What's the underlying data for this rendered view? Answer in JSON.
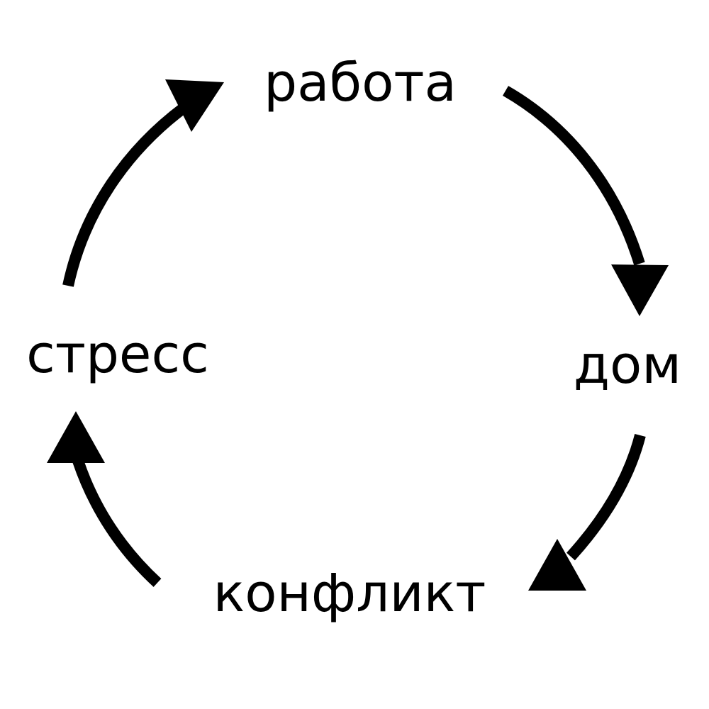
{
  "diagram": {
    "type": "cycle",
    "nodes": [
      {
        "id": "work",
        "label": "работа"
      },
      {
        "id": "home",
        "label": "дом"
      },
      {
        "id": "conflict",
        "label": "конфликт"
      },
      {
        "id": "stress",
        "label": "стресс"
      }
    ],
    "edges": [
      {
        "from": "work",
        "to": "home"
      },
      {
        "from": "home",
        "to": "conflict"
      },
      {
        "from": "conflict",
        "to": "stress"
      },
      {
        "from": "stress",
        "to": "work"
      }
    ],
    "color": "#000000",
    "background": "#ffffff"
  }
}
